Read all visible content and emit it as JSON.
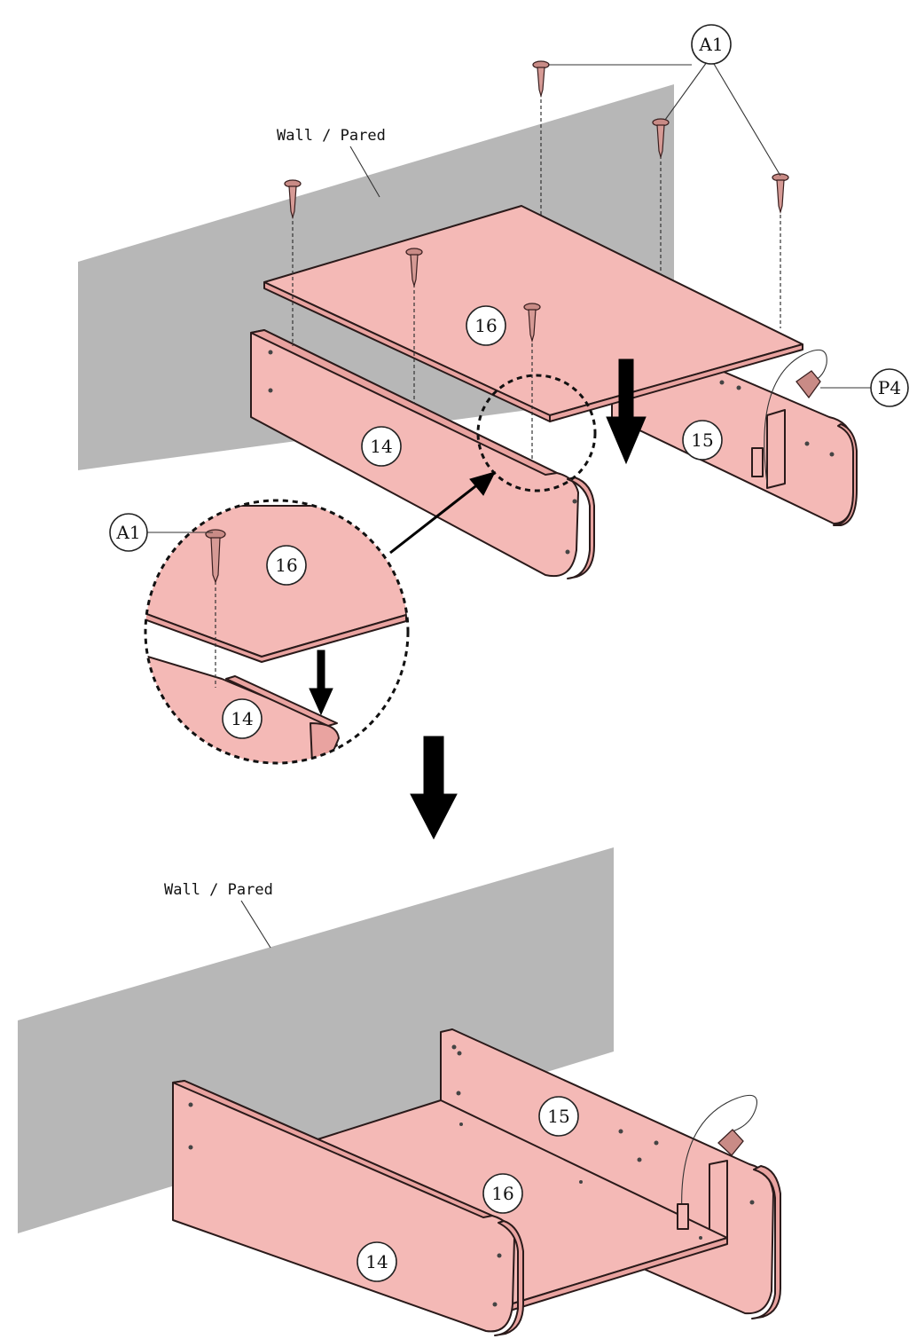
{
  "labels": {
    "wall_top": "Wall / Pared",
    "wall_bottom": "Wall / Pared"
  },
  "callouts": {
    "screw_top": "A1",
    "screw_detail": "A1",
    "hook": "P4",
    "part16_top": "16",
    "part14_top": "14",
    "part15_top": "15",
    "part16_detail": "16",
    "part14_detail": "14",
    "part15_bottom": "15",
    "part16_bottom": "16",
    "part14_bottom": "14"
  },
  "colors": {
    "panel": "#f4b9b6",
    "wall": "#b7b7b7"
  }
}
